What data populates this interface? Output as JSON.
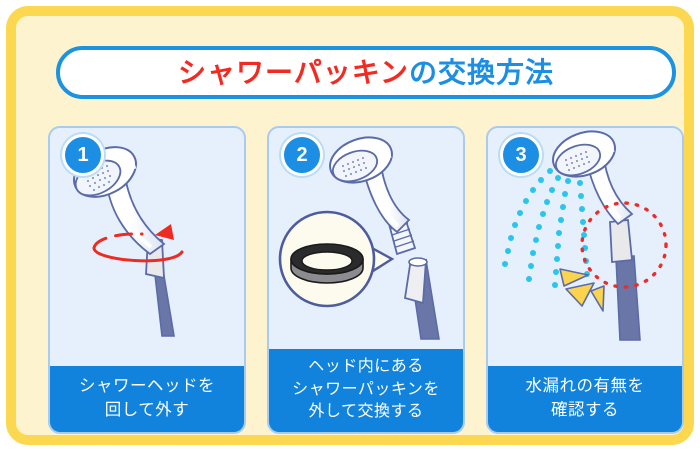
{
  "title": {
    "part_red": "シャワーパッキン",
    "part_blue": "の交換方法",
    "full": "シャワーパッキンの交換方法"
  },
  "colors": {
    "frame_yellow": "#FBD84F",
    "frame_cream": "#FDF3CE",
    "accent_blue": "#1C8FE4",
    "caption_blue": "#1183DC",
    "card_bg": "#E6F0FC",
    "card_border": "#A9CBF2",
    "title_red": "#F42A22",
    "outline_navy": "#5A6BA8",
    "hose_slate": "#6B76A8",
    "water_cyan": "#29C5EC",
    "alert_red": "#EE2B2B",
    "flash_yellow": "#FBD34D",
    "bubble_cream": "#FDFBEE"
  },
  "steps": [
    {
      "number": "1",
      "illustration": "shower-head-rotate",
      "caption_lines": [
        "シャワーヘッドを",
        "回して外す"
      ],
      "caption": "シャワーヘッドを回して外す"
    },
    {
      "number": "2",
      "illustration": "shower-head-detached-gasket-zoom",
      "caption_lines": [
        "ヘッド内にある",
        "シャワーパッキンを",
        "外して交換する"
      ],
      "caption": "ヘッド内にあるシャワーパッキンを外して交換する"
    },
    {
      "number": "3",
      "illustration": "shower-spray-leak-check",
      "caption_lines": [
        "水漏れの有無を",
        "確認する"
      ],
      "caption": "水漏れの有無を確認する"
    }
  ]
}
